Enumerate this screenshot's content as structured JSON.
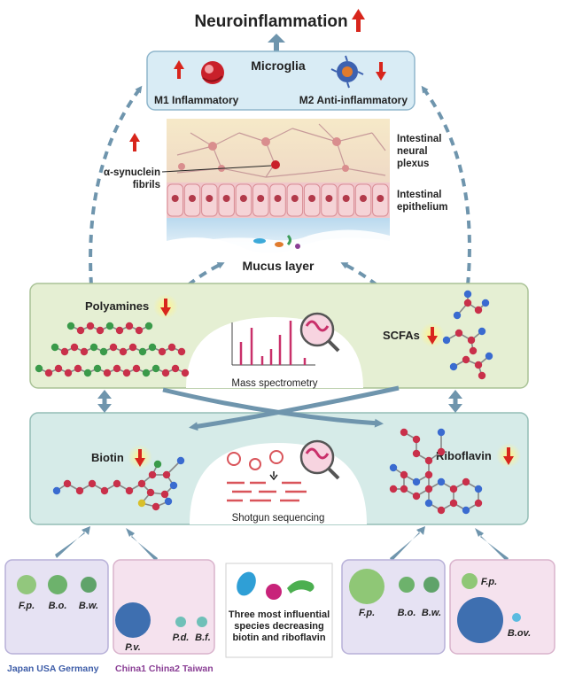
{
  "title": "Neuroinflammation",
  "microglia": {
    "title": "Microglia",
    "m1_label": "M1 Inflammatory",
    "m2_label": "M2 Anti-inflammatory"
  },
  "gut": {
    "synuclein_label_1": "α-synuclein",
    "synuclein_label_2": "fibrils",
    "plexus_label_1": "Intestinal",
    "plexus_label_2": "neural",
    "plexus_label_3": "plexus",
    "epithelium_label_1": "Intestinal",
    "epithelium_label_2": "epithelium",
    "mucus_label": "Mucus layer"
  },
  "metabolites": {
    "polyamines": "Polyamines",
    "scfas": "SCFAs",
    "mass_spec": "Mass spectrometry"
  },
  "genes": {
    "biotin": "Biotin",
    "riboflavin": "Riboflavin",
    "shotgun": "Shotgun sequencing"
  },
  "cohorts": {
    "group1_countries": "Japan USA Germany",
    "group2_countries": "China1 China2 Taiwan",
    "group1_species": [
      "F.p.",
      "B.o.",
      "B.w."
    ],
    "group2_species": [
      "P.v.",
      "P.d.",
      "B.f."
    ],
    "group3_species": [
      "F.p.",
      "B.o.",
      "B.w."
    ],
    "group4_species": [
      "F.p.",
      "B.ov."
    ],
    "center_text_1": "Three most influential",
    "center_text_2": "species decreasing",
    "center_text_3": "biotin and riboflavin"
  },
  "colors": {
    "up_arrow": "#d8251c",
    "down_arrow": "#d8251c",
    "dashed_arrow": "#6f95ad",
    "solid_arrow": "#6f95ad",
    "metabolite_panel": "#e5efd3",
    "gene_panel": "#d6ebe8",
    "microglia_panel": "#d9ecf5",
    "cohort_purple": "#e6e2f3",
    "cohort_pink": "#f5e2ee",
    "country_blue": "#3e5da8",
    "country_purple": "#8a3f95"
  }
}
